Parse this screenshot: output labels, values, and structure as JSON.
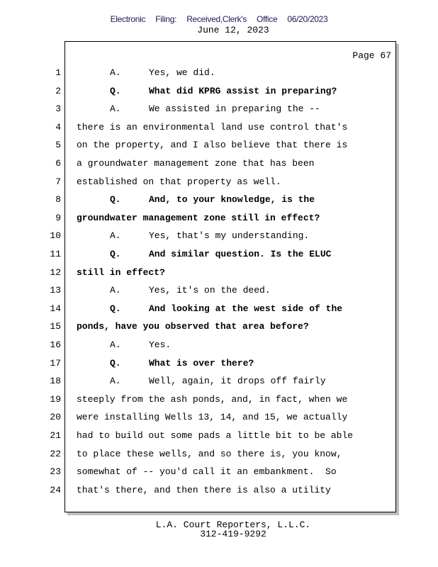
{
  "header": {
    "filing": [
      "Electronic",
      "Filing:",
      "Received,Clerk's",
      "Office",
      "06/20/2023"
    ],
    "date": "June 12, 2023"
  },
  "page_label": "Page 67",
  "lines": [
    {
      "num": "1",
      "label": "A.",
      "text": "Yes, we did.",
      "bold": false
    },
    {
      "num": "2",
      "label": "Q.",
      "text": "What did KPRG assist in preparing?",
      "bold": true
    },
    {
      "num": "3",
      "label": "A.",
      "text": "We assisted in preparing the --",
      "bold": false
    },
    {
      "num": "4",
      "label": "",
      "text": "there is an environmental land use control that's",
      "bold": false
    },
    {
      "num": "5",
      "label": "",
      "text": "on the property, and I also believe that there is",
      "bold": false
    },
    {
      "num": "6",
      "label": "",
      "text": "a groundwater management zone that has been",
      "bold": false
    },
    {
      "num": "7",
      "label": "",
      "text": "established on that property as well.",
      "bold": false
    },
    {
      "num": "8",
      "label": "Q.",
      "text": "And, to your knowledge, is the",
      "bold": true
    },
    {
      "num": "9",
      "label": "",
      "text": "groundwater management zone still in effect?",
      "bold": true
    },
    {
      "num": "10",
      "label": "A.",
      "text": "Yes, that's my understanding.",
      "bold": false
    },
    {
      "num": "11",
      "label": "Q.",
      "text": "And similar question. Is the ELUC",
      "bold": true
    },
    {
      "num": "12",
      "label": "",
      "text": "still in effect?",
      "bold": true
    },
    {
      "num": "13",
      "label": "A.",
      "text": "Yes, it's on the deed.",
      "bold": false
    },
    {
      "num": "14",
      "label": "Q.",
      "text": "And looking at the west side of the",
      "bold": true
    },
    {
      "num": "15",
      "label": "",
      "text": "ponds, have you observed that area before?",
      "bold": true
    },
    {
      "num": "16",
      "label": "A.",
      "text": "Yes.",
      "bold": false
    },
    {
      "num": "17",
      "label": "Q.",
      "text": "What is over there?",
      "bold": true
    },
    {
      "num": "18",
      "label": "A.",
      "text": "Well, again, it drops off fairly",
      "bold": false
    },
    {
      "num": "19",
      "label": "",
      "text": "steeply from the ash ponds, and, in fact, when we",
      "bold": false
    },
    {
      "num": "20",
      "label": "",
      "text": "were installing Wells 13, 14, and 15, we actually",
      "bold": false
    },
    {
      "num": "21",
      "label": "",
      "text": "had to build out some pads a little bit to be able",
      "bold": false
    },
    {
      "num": "22",
      "label": "",
      "text": "to place these wells, and so there is, you know,",
      "bold": false
    },
    {
      "num": "23",
      "label": "",
      "text": "somewhat of -- you'd call it an embankment.  So",
      "bold": false
    },
    {
      "num": "24",
      "label": "",
      "text": "that's there, and then there is also a utility",
      "bold": false
    }
  ],
  "footer": {
    "company": "L.A. Court Reporters, L.L.C.",
    "phone": "312-419-9292"
  }
}
